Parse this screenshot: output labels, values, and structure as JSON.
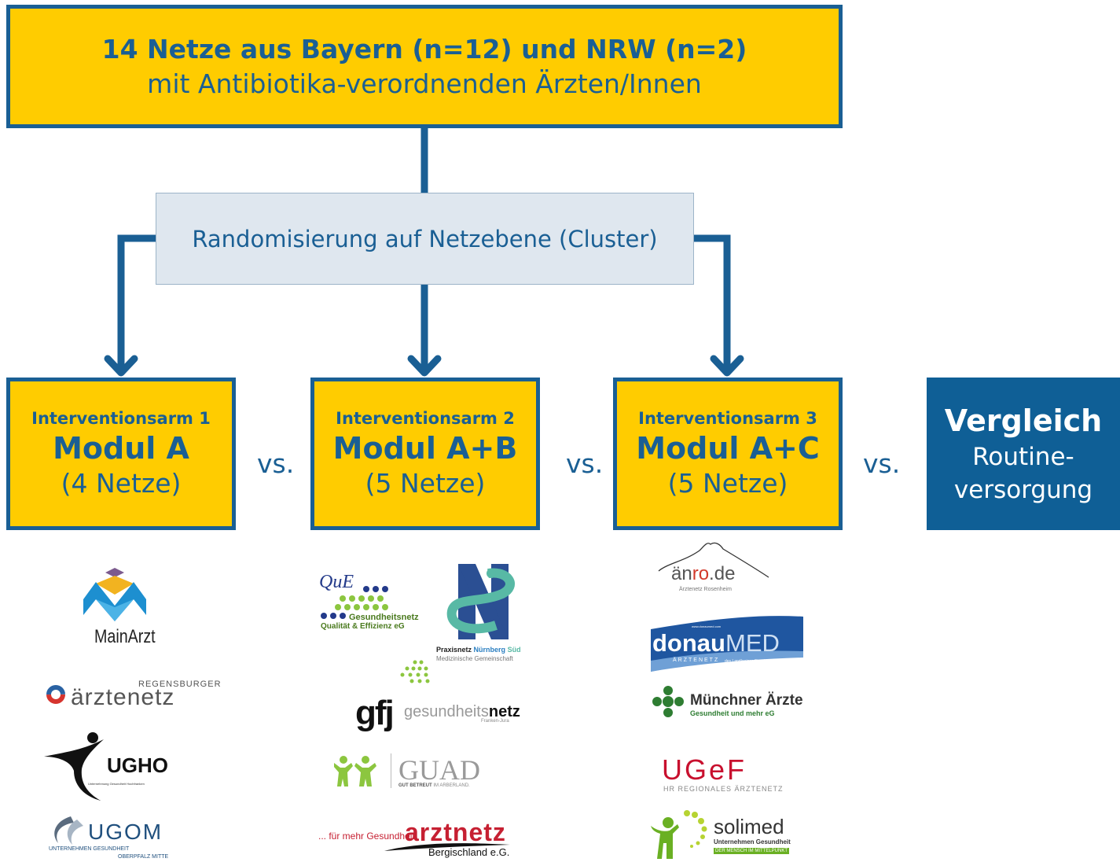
{
  "top": {
    "line1": "14 Netze aus Bayern (n=12) und NRW (n=2)",
    "line2": "mit Antibiotika-verordnenden Ärzten/Innen"
  },
  "randomization": {
    "label": "Randomisierung auf Netzebene (Cluster)"
  },
  "arms": [
    {
      "title": "Interventionsarm 1",
      "module": "Modul A",
      "count": "(4 Netze)"
    },
    {
      "title": "Interventionsarm 2",
      "module": "Modul A+B",
      "count": "(5 Netze)"
    },
    {
      "title": "Interventionsarm 3",
      "module": "Modul A+C",
      "count": "(5 Netze)"
    }
  ],
  "vs_label": "vs.",
  "comparison": {
    "title": "Vergleich",
    "line1": "Routine-",
    "line2": "versorgung"
  },
  "logos": {
    "col1": [
      {
        "text": "MainArzt"
      },
      {
        "small": "REGENSBURGER",
        "text": "ärztenetz"
      },
      {
        "text": "UGHO",
        "small": "Unternehmung Gesundheit Hochfranken"
      },
      {
        "text": "UGOM",
        "small1": "UNTERNEHMEN GESUNDHEIT",
        "small2": "OBERPFALZ MITTE"
      }
    ],
    "col2": [
      {
        "text": "QuE",
        "line1": "Gesundheitsnetz",
        "line2": "Qualität & Effizienz eG"
      },
      {
        "line1a": "Praxisnetz",
        "line1b": "Nürnberg",
        "line1c": "Süd",
        "line2": "Medizinische Gemeinschaft"
      },
      {
        "text": "gfj",
        "text2": "gesundheits",
        "text3": "netz",
        "small": "Franken-Jura"
      },
      {
        "text": "GUAD",
        "small1": "GUT BETREUT",
        "small2": "IM ARBERLAND."
      },
      {
        "prefix": "... für mehr Gesundheit",
        "text": "arztnetz",
        "sub": "Bergischland e.G."
      }
    ],
    "col3": [
      {
        "text1": "än",
        "text2": "ro",
        "text3": ".de",
        "small": "Ärztenetz Rosenheim"
      },
      {
        "text1": "donau",
        "text2": "MED",
        "top": "www.donaumed.com",
        "left": "ÄRZTENETZ",
        "bottom": "des Landkreises Straubing - Bogen"
      },
      {
        "text": "Münchner Ärzte",
        "small": "Gesundheit und mehr eG"
      },
      {
        "text": "UGeF",
        "small": "HR REGIONALES ÄRZTENETZ"
      },
      {
        "text": "solimed",
        "line1": "Unternehmen Gesundheit",
        "line2": "DER MENSCH IM MITTELPUNKT"
      }
    ]
  },
  "colors": {
    "yellow": "#ffcc00",
    "blue": "#1a5f94",
    "gray": "#dfe7ef"
  }
}
